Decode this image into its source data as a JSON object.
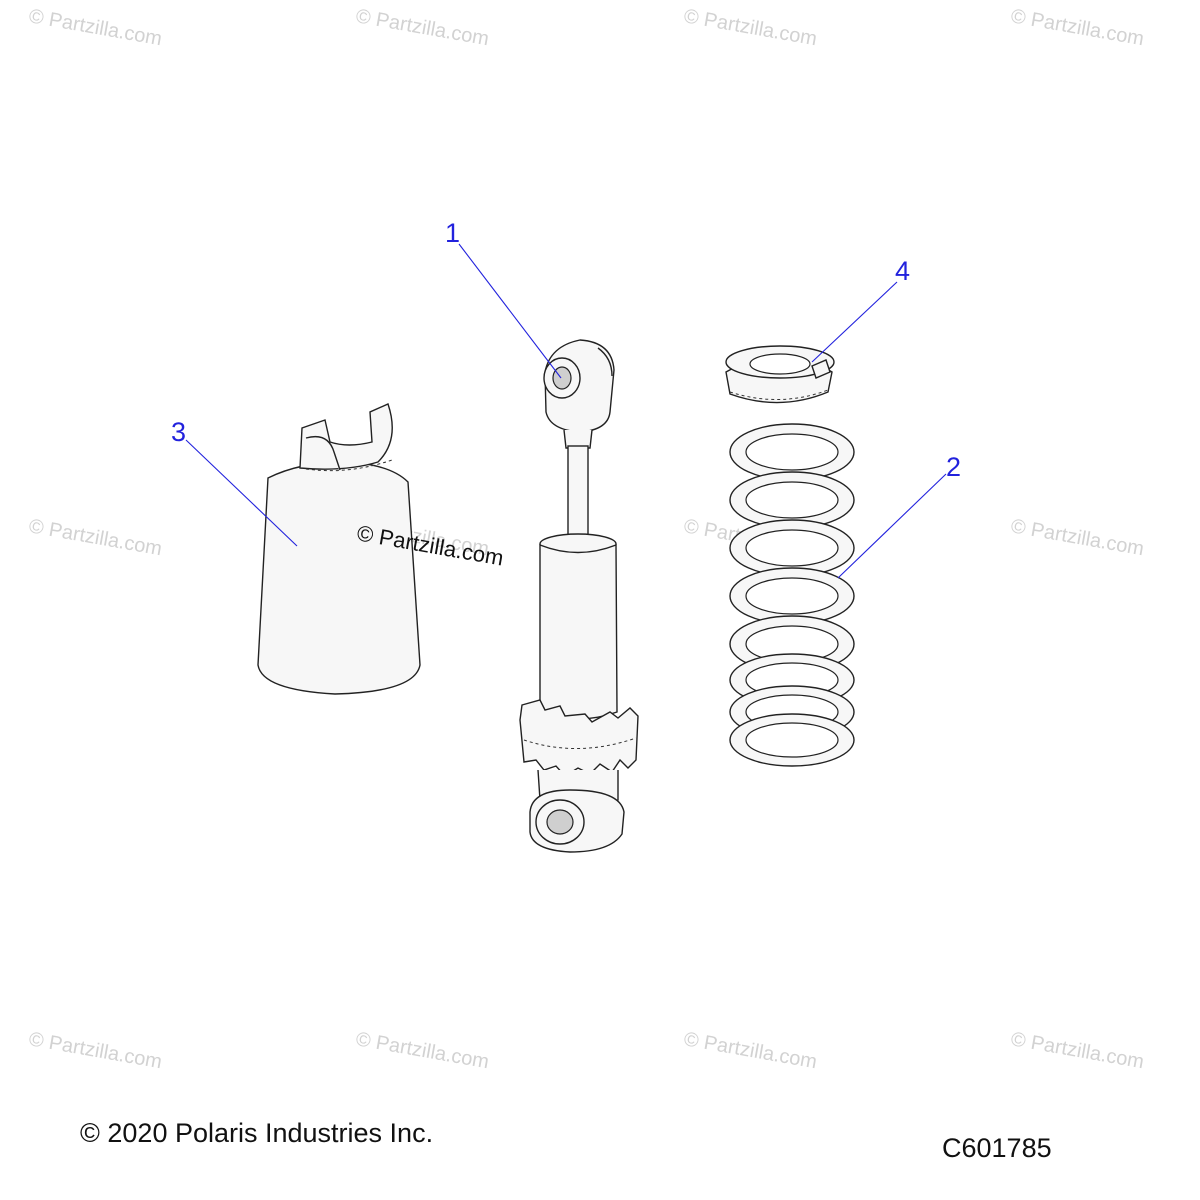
{
  "watermark": {
    "text": "© Partzilla.com",
    "tiles": [
      "© Partzilla.com",
      "© Partzilla.com",
      "© Partzilla.com",
      "© Partzilla.com",
      "© Partzilla.com",
      "© Partzilla.com",
      "© Partzilla.com",
      "© Partzilla.com",
      "© Partzilla.com",
      "© Partzilla.com",
      "© Partzilla.com",
      "© Partzilla.com"
    ]
  },
  "center_watermark": "© Partzilla.com",
  "callouts": [
    {
      "number": "1",
      "part": "shock-absorber"
    },
    {
      "number": "2",
      "part": "coil-spring"
    },
    {
      "number": "3",
      "part": "shock-boot"
    },
    {
      "number": "4",
      "part": "spring-retainer"
    }
  ],
  "footer": {
    "copyright": "© 2020 Polaris Industries Inc.",
    "diagram_id": "C601785"
  },
  "colors": {
    "callout": "#2222dd",
    "watermark": "#d2d2d2",
    "part_fill": "#f7f7f7",
    "outline": "#222222"
  }
}
